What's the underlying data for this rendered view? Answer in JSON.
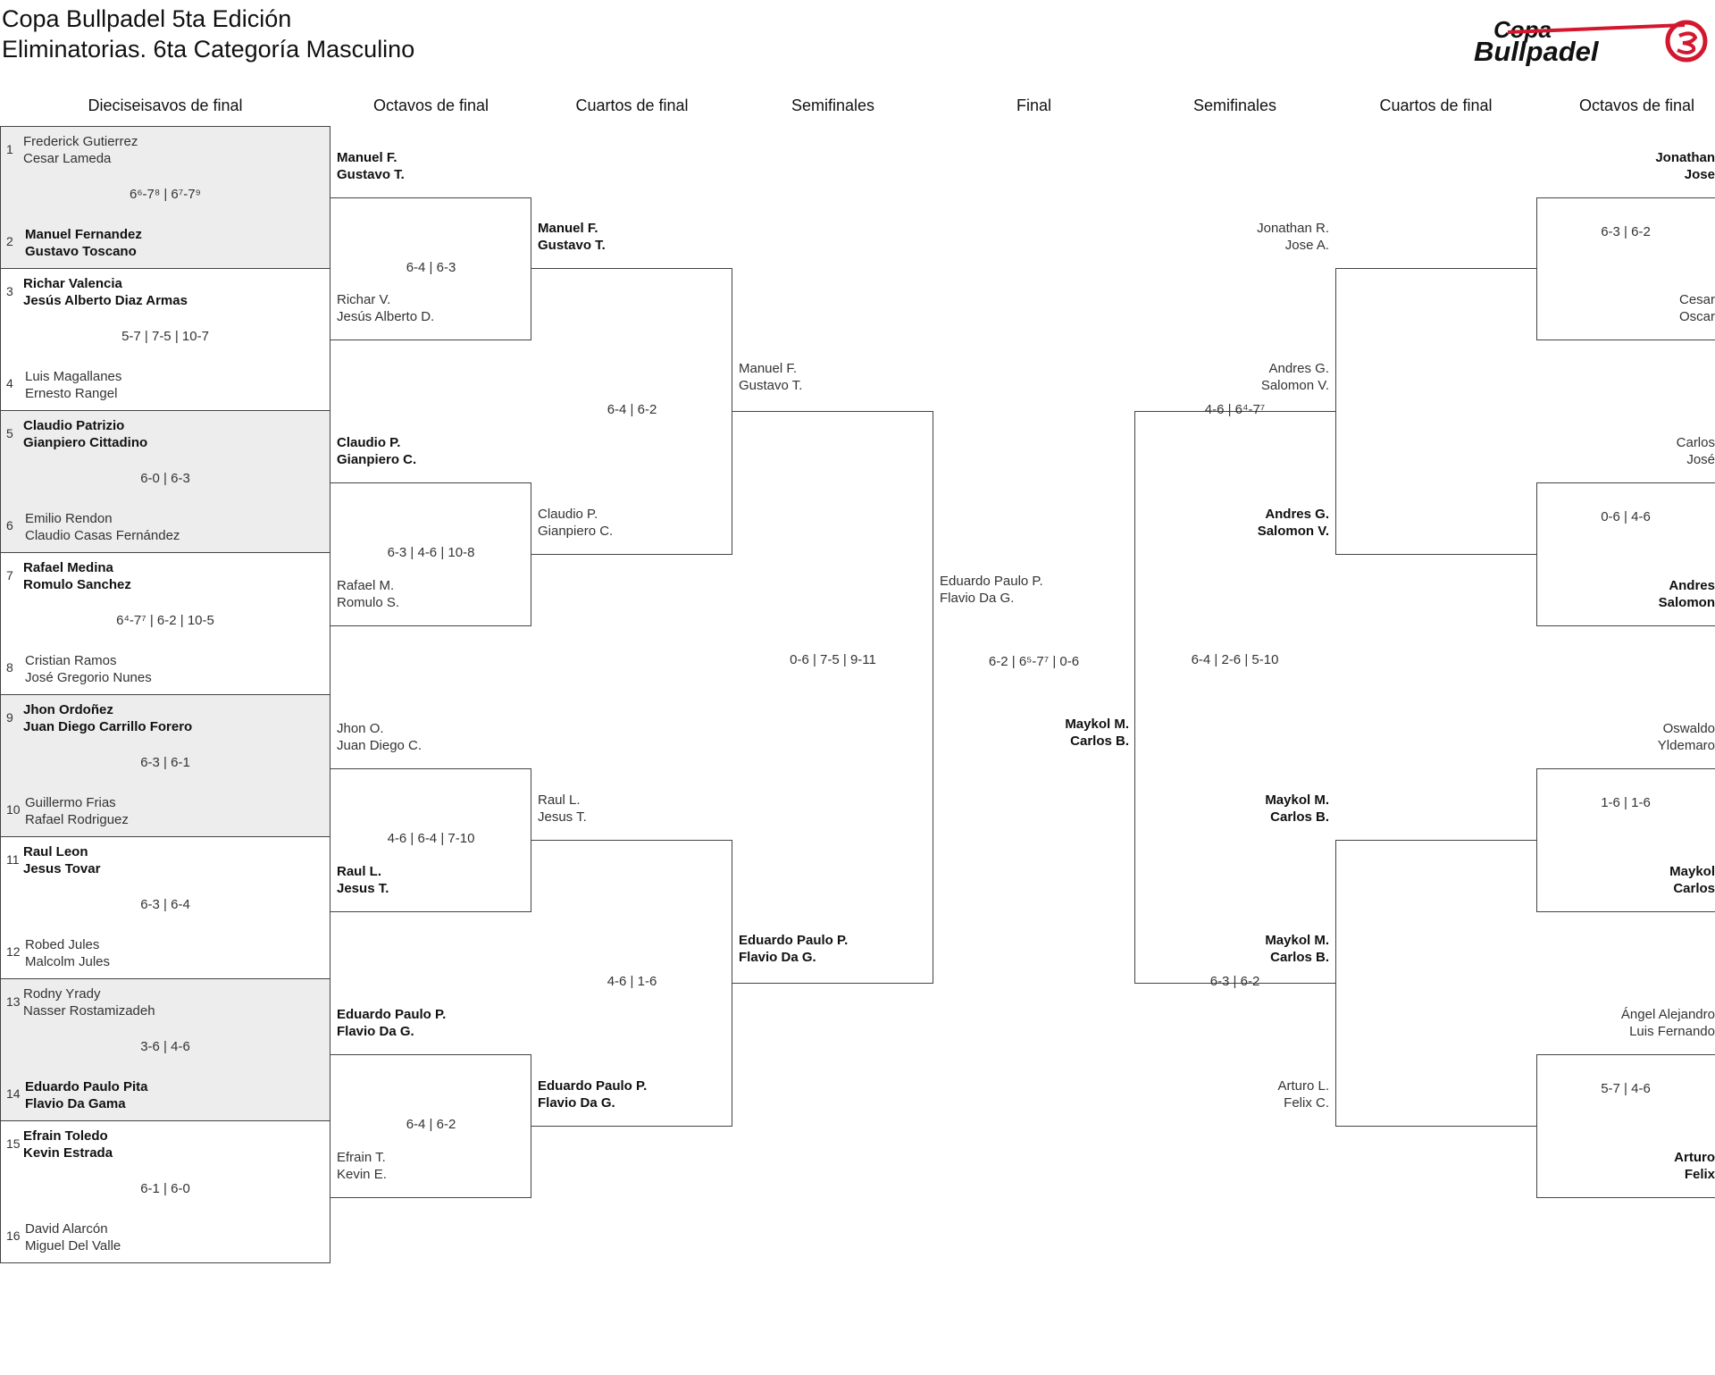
{
  "title": {
    "line1": "Copa Bullpadel 5ta Edición",
    "line2": "Eliminatorias. 6ta Categoría Masculino"
  },
  "logo": {
    "text_top": "Copa",
    "text_bottom": "Bullpadel",
    "color": "#d3172e"
  },
  "headers": [
    "Dieciseisavos de final",
    "Octavos de final",
    "Cuartos de final",
    "Semifinales",
    "Final",
    "Semifinales",
    "Cuartos de final",
    "Octavos de final"
  ],
  "round32_left": [
    {
      "seed_a": "1",
      "seed_b": "2",
      "team_a": [
        "Frederick Gutierrez",
        "Cesar Lameda"
      ],
      "team_b": [
        "Manuel Fernandez",
        "Gustavo Toscano"
      ],
      "winner": "b",
      "score": "6⁶-7⁸ | 6⁷-7⁹",
      "shaded": true
    },
    {
      "seed_a": "3",
      "seed_b": "4",
      "team_a": [
        "Richar Valencia",
        "Jesús Alberto Diaz Armas"
      ],
      "team_b": [
        "Luis Magallanes",
        "Ernesto Rangel"
      ],
      "winner": "a",
      "score": "5-7 | 7-5 | 10-7",
      "shaded": false
    },
    {
      "seed_a": "5",
      "seed_b": "6",
      "team_a": [
        "Claudio Patrizio",
        "Gianpiero Cittadino"
      ],
      "team_b": [
        "Emilio Rendon",
        "Claudio Casas Fernández"
      ],
      "winner": "a",
      "score": "6-0 | 6-3",
      "shaded": true
    },
    {
      "seed_a": "7",
      "seed_b": "8",
      "team_a": [
        "Rafael Medina",
        "Romulo Sanchez"
      ],
      "team_b": [
        "Cristian Ramos",
        "José Gregorio Nunes"
      ],
      "winner": "a",
      "score": "6⁴-7⁷ | 6-2 | 10-5",
      "shaded": false
    },
    {
      "seed_a": "9",
      "seed_b": "10",
      "team_a": [
        "Jhon Ordoñez",
        "Juan Diego Carrillo Forero"
      ],
      "team_b": [
        "Guillermo Frias",
        "Rafael Rodriguez"
      ],
      "winner": "a",
      "score": "6-3 | 6-1",
      "shaded": true
    },
    {
      "seed_a": "11",
      "seed_b": "12",
      "team_a": [
        "Raul Leon",
        "Jesus Tovar"
      ],
      "team_b": [
        "Robed Jules",
        "Malcolm Jules"
      ],
      "winner": "a",
      "score": "6-3 | 6-4",
      "shaded": false
    },
    {
      "seed_a": "13",
      "seed_b": "14",
      "team_a": [
        "Rodny Yrady",
        "Nasser Rostamizadeh"
      ],
      "team_b": [
        "Eduardo Paulo Pita",
        "Flavio Da Gama"
      ],
      "winner": "b",
      "score": "3-6 | 4-6",
      "shaded": true
    },
    {
      "seed_a": "15",
      "seed_b": "16",
      "team_a": [
        "Efrain Toledo",
        "Kevin Estrada"
      ],
      "team_b": [
        "David Alarcón",
        "Miguel Del Valle"
      ],
      "winner": "a",
      "score": "6-1 | 6-0",
      "shaded": false
    }
  ],
  "round16_left": [
    {
      "team_a": [
        "Manuel F.",
        "Gustavo T."
      ],
      "team_b": [
        "Richar V.",
        "Jesús Alberto D."
      ],
      "winner": "a",
      "score": "6-4 | 6-3"
    },
    {
      "team_a": [
        "Claudio P.",
        "Gianpiero C."
      ],
      "team_b": [
        "Rafael M.",
        "Romulo S."
      ],
      "winner": "a",
      "score": "6-3 | 4-6 | 10-8"
    },
    {
      "team_a": [
        "Jhon O.",
        "Juan Diego C."
      ],
      "team_b": [
        "Raul L.",
        "Jesus T."
      ],
      "winner": "b",
      "score": "4-6 | 6-4 | 7-10"
    },
    {
      "team_a": [
        "Eduardo Paulo P.",
        "Flavio Da G."
      ],
      "team_b": [
        "Efrain T.",
        "Kevin E."
      ],
      "winner": "a",
      "score": "6-4 | 6-2"
    }
  ],
  "quarters_left": [
    {
      "team_a": [
        "Manuel F.",
        "Gustavo T."
      ],
      "team_b": [
        "Claudio P.",
        "Gianpiero C."
      ],
      "winner": "a",
      "score": "6-4 | 6-2"
    },
    {
      "team_a": [
        "Raul L.",
        "Jesus T."
      ],
      "team_b": [
        "Eduardo Paulo P.",
        "Flavio Da G."
      ],
      "winner": "b",
      "score": "4-6 | 1-6"
    }
  ],
  "semi_left": {
    "team_a": [
      "Manuel F.",
      "Gustavo T."
    ],
    "team_b": [
      "Eduardo Paulo P.",
      "Flavio Da G."
    ],
    "winner": "b",
    "score": "0-6 | 7-5 | 9-11"
  },
  "final": {
    "team_a": [
      "Eduardo Paulo P.",
      "Flavio Da G."
    ],
    "team_b": [
      "Maykol M.",
      "Carlos B."
    ],
    "winner": "b",
    "score": "6-2 | 6⁵-7⁷ | 0-6"
  },
  "semi_right": {
    "team_a": [
      "Andres G.",
      "Salomon V."
    ],
    "team_b": [
      "Maykol M.",
      "Carlos B."
    ],
    "winner": "b",
    "score": "6-4 | 2-6 | 5-10"
  },
  "quarters_right": [
    {
      "team_a": [
        "Jonathan R.",
        "Jose A."
      ],
      "team_b": [
        "Andres G.",
        "Salomon V."
      ],
      "winner": "b",
      "score": "4-6 | 6⁴-7⁷"
    },
    {
      "team_a": [
        "Maykol M.",
        "Carlos B."
      ],
      "team_b": [
        "Arturo L.",
        "Felix C."
      ],
      "winner": "a",
      "score": "6-3 | 6-2"
    }
  ],
  "round16_right": [
    {
      "team_a": [
        "Jonathan",
        "Jose"
      ],
      "team_b": [
        "Cesar",
        "Oscar"
      ],
      "winner": "a",
      "score": "6-3 | 6-2"
    },
    {
      "team_a": [
        "Carlos",
        "José"
      ],
      "team_b": [
        "Andres",
        "Salomon"
      ],
      "winner": "b",
      "score": "0-6 | 4-6"
    },
    {
      "team_a": [
        "Oswaldo",
        "Yldemaro"
      ],
      "team_b": [
        "Maykol",
        "Carlos"
      ],
      "winner": "b",
      "score": "1-6 | 1-6"
    },
    {
      "team_a": [
        "Ángel Alejandro",
        "Luis Fernando"
      ],
      "team_b": [
        "Arturo",
        "Felix"
      ],
      "winner": "b",
      "score": "5-7 | 4-6"
    }
  ]
}
